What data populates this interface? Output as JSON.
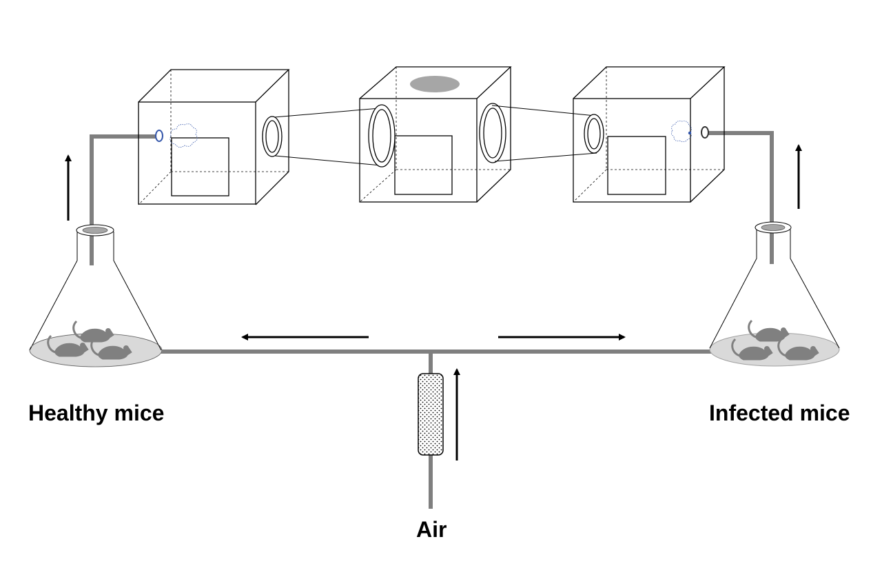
{
  "labels": {
    "healthy": "Healthy mice",
    "infected": "Infected mice",
    "air": "Air"
  },
  "colors": {
    "tube": "#7f7f7f",
    "line": "#000000",
    "mouse": "#808080",
    "platform": "#d9d9d9",
    "opening_fill": "#a6a6a6",
    "cloud": "#3355aa"
  }
}
